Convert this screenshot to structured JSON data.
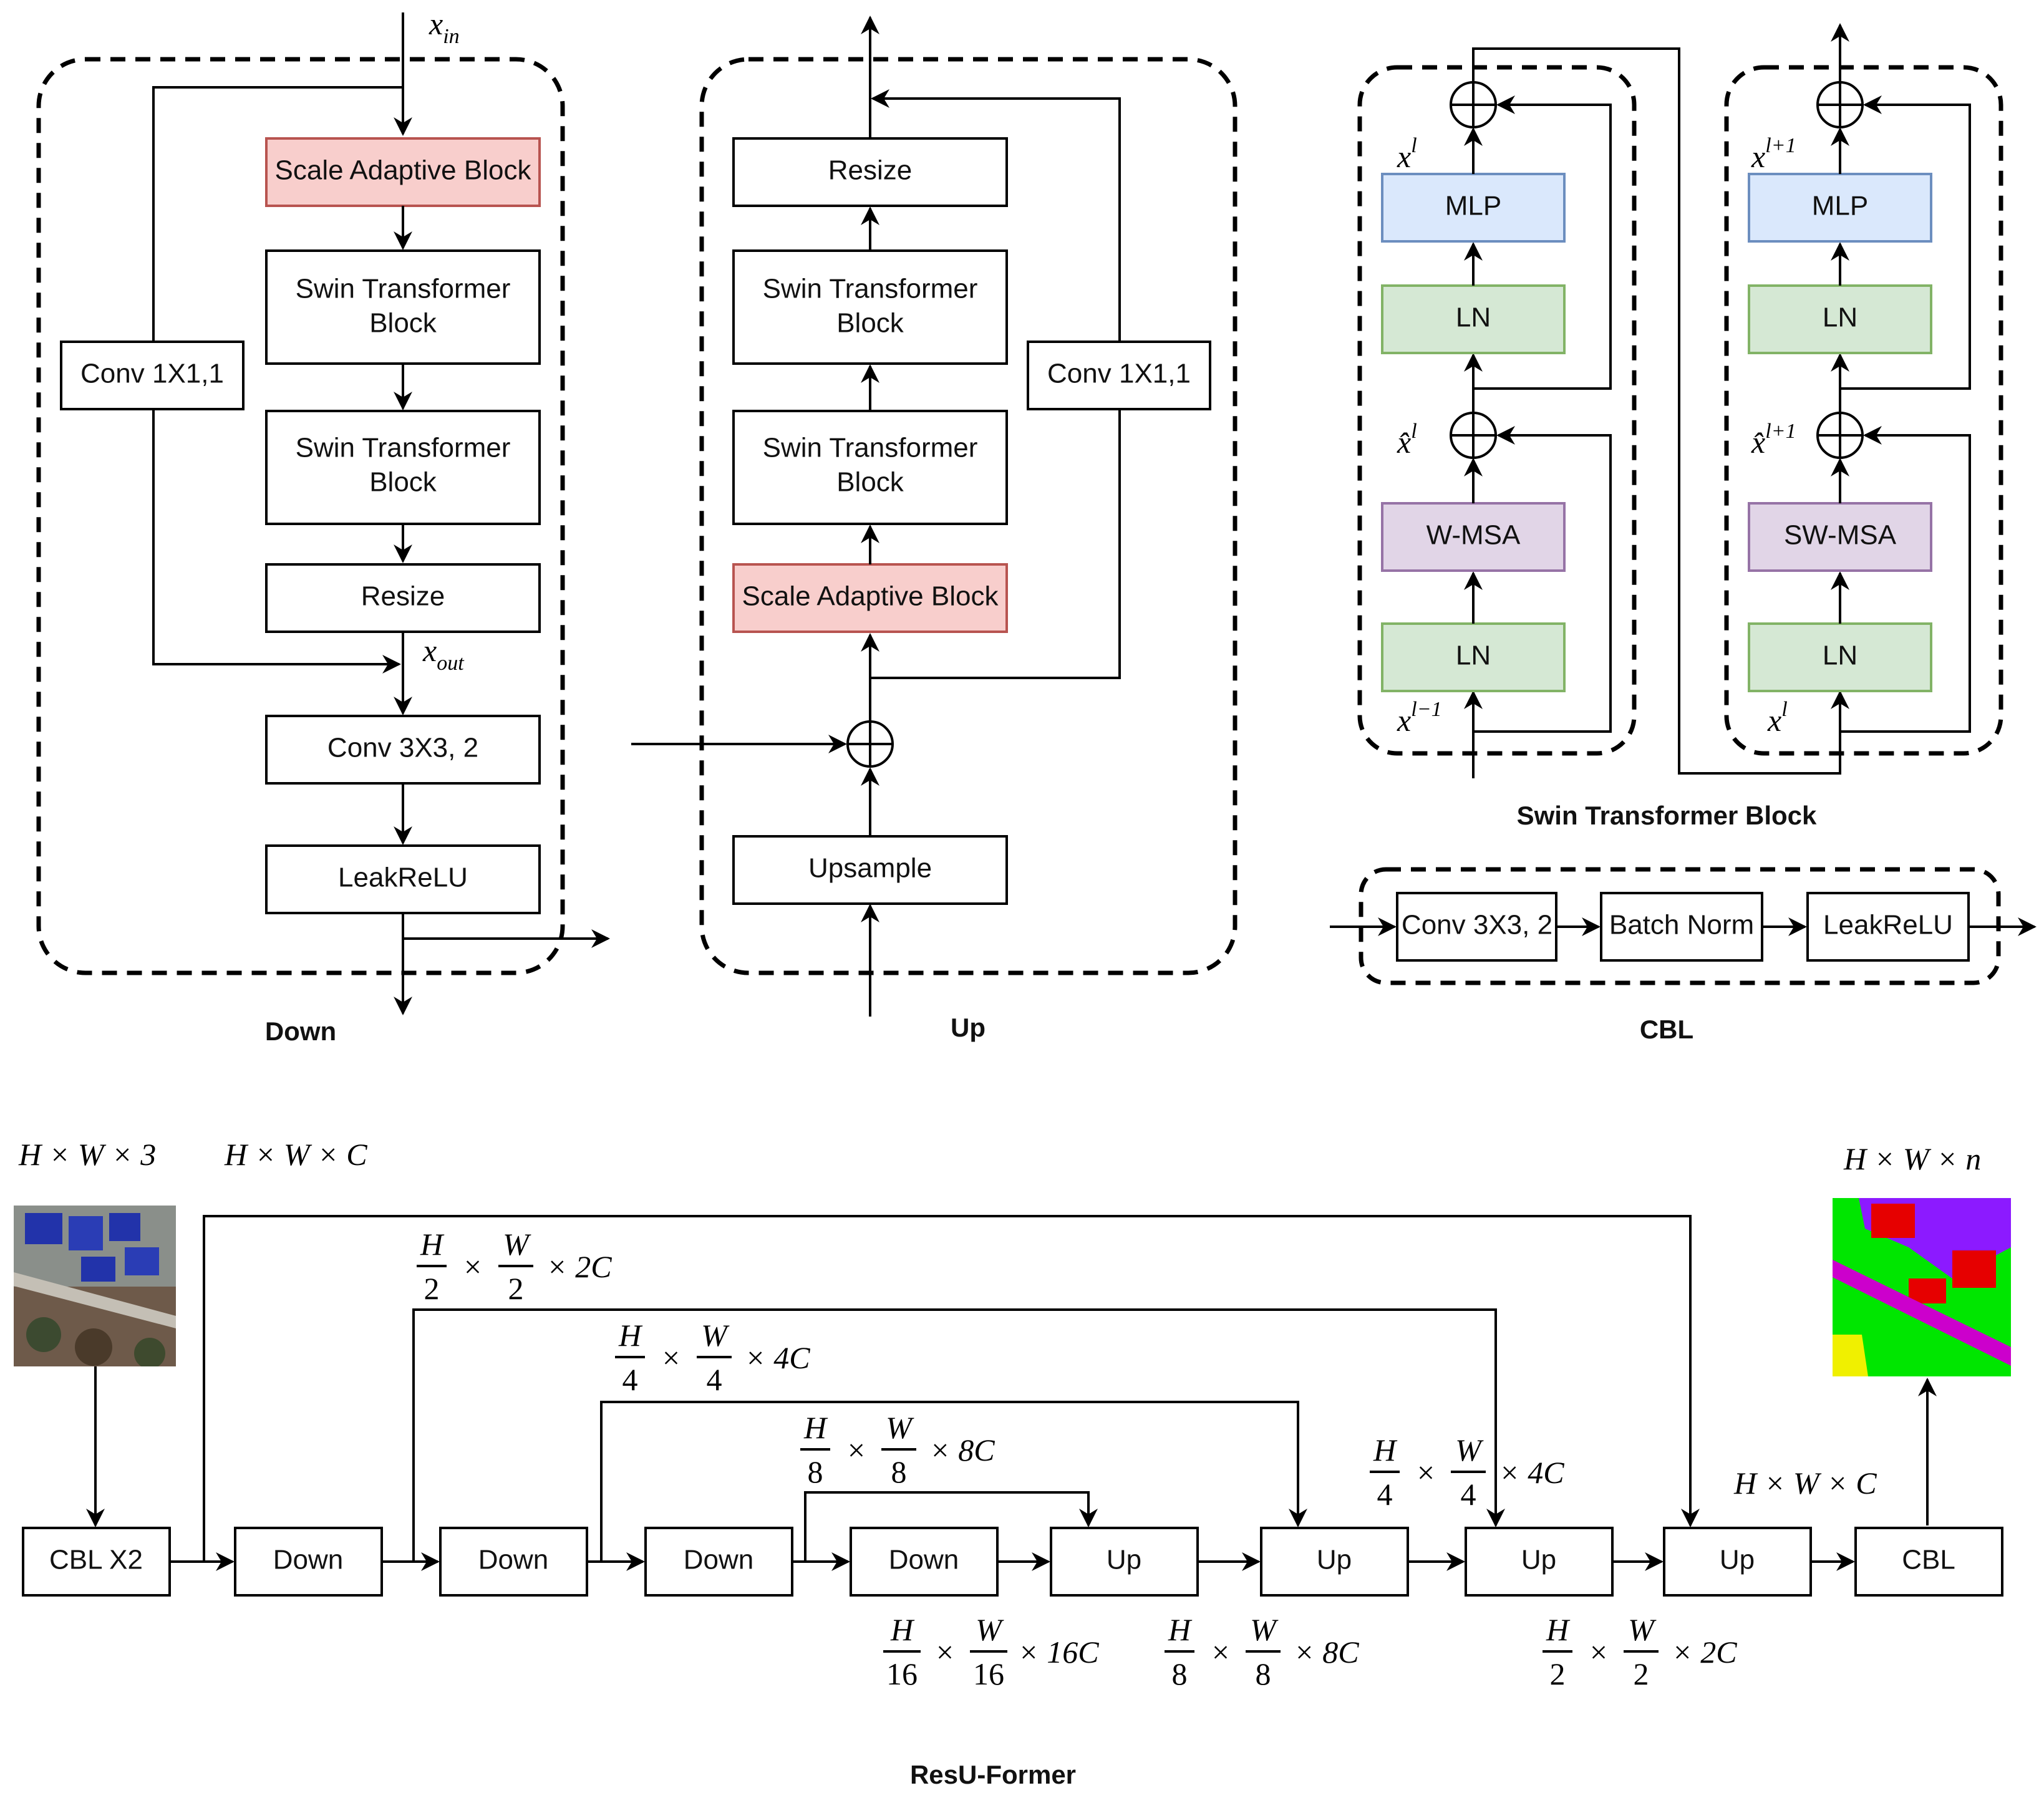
{
  "down": {
    "title": "Down",
    "x_in": "x",
    "x_in_sub": "in",
    "x_out": "x",
    "x_out_sub": "out",
    "scale_adaptive": "Scale Adaptive Block",
    "swin1_line1": "Swin Transformer",
    "swin1_line2": "Block",
    "swin2_line1": "Swin Transformer",
    "swin2_line2": "Block",
    "resize": "Resize",
    "conv1x1": "Conv 1X1,1",
    "conv3x3": "Conv 3X3, 2",
    "leakrelu": "LeakReLU"
  },
  "up": {
    "title": "Up",
    "resize": "Resize",
    "swin1_line1": "Swin Transformer",
    "swin1_line2": "Block",
    "swin2_line1": "Swin Transformer",
    "swin2_line2": "Block",
    "scale_adaptive": "Scale Adaptive Block",
    "conv1x1": "Conv 1X1,1",
    "upsample": "Upsample"
  },
  "swin": {
    "title": "Swin Transformer Block",
    "left": {
      "mlp": "MLP",
      "ln_top": "LN",
      "msa": "W-MSA",
      "ln_bottom": "LN",
      "x_l": "x",
      "x_l_sup": "l",
      "xhat_l": "x̂",
      "xhat_l_sup": "l",
      "x_in": "x",
      "x_in_sup": "l−1"
    },
    "right": {
      "mlp": "MLP",
      "ln_top": "LN",
      "msa": "SW-MSA",
      "ln_bottom": "LN",
      "x_l": "x",
      "x_l_sup": "l+1",
      "xhat_l": "x̂",
      "xhat_l_sup": "l+1",
      "x_in": "x",
      "x_in_sup": "l"
    }
  },
  "cbl": {
    "title": "CBL",
    "conv": "Conv 3X3, 2",
    "bn": "Batch Norm",
    "relu": "LeakReLU"
  },
  "resu": {
    "title": "ResU-Former",
    "blocks": [
      "CBL X2",
      "Down",
      "Down",
      "Down",
      "Down",
      "Up",
      "Up",
      "Up",
      "Up",
      "CBL"
    ],
    "input_dim": "H × W × 3",
    "cbl_dim": "H × W × C",
    "output_dim": "H × W × n",
    "up4_dim": "H × W × C",
    "skip_frac_2c": {
      "num1": "H",
      "den1": "2",
      "num2": "W",
      "den2": "2",
      "suffix": "× 2C"
    },
    "skip_frac_4c": {
      "num1": "H",
      "den1": "4",
      "num2": "W",
      "den2": "4",
      "suffix": "× 4C"
    },
    "skip_frac_8c": {
      "num1": "H",
      "den1": "8",
      "num2": "W",
      "den2": "8",
      "suffix": "× 8C"
    },
    "up2_frac_4c": {
      "num1": "H",
      "den1": "4",
      "num2": "W",
      "den2": "4",
      "suffix": "× 4C"
    },
    "bottom_16c": {
      "num1": "H",
      "den1": "16",
      "num2": "W",
      "den2": "16",
      "suffix": "× 16C"
    },
    "bottom_8c": {
      "num1": "H",
      "den1": "8",
      "num2": "W",
      "den2": "8",
      "suffix": "× 8C"
    },
    "bottom_2c": {
      "num1": "H",
      "den1": "2",
      "num2": "W",
      "den2": "2",
      "suffix": "× 2C"
    },
    "times": "×"
  },
  "images": {
    "input": "aerial-input-image",
    "output": "segmentation-output-image",
    "colors": {
      "green": "#00e600",
      "red": "#e60000",
      "purple": "#8c1aff",
      "magenta": "#cc00cc",
      "yellow": "#f0f000",
      "roof_blue": "#2233aa"
    }
  }
}
